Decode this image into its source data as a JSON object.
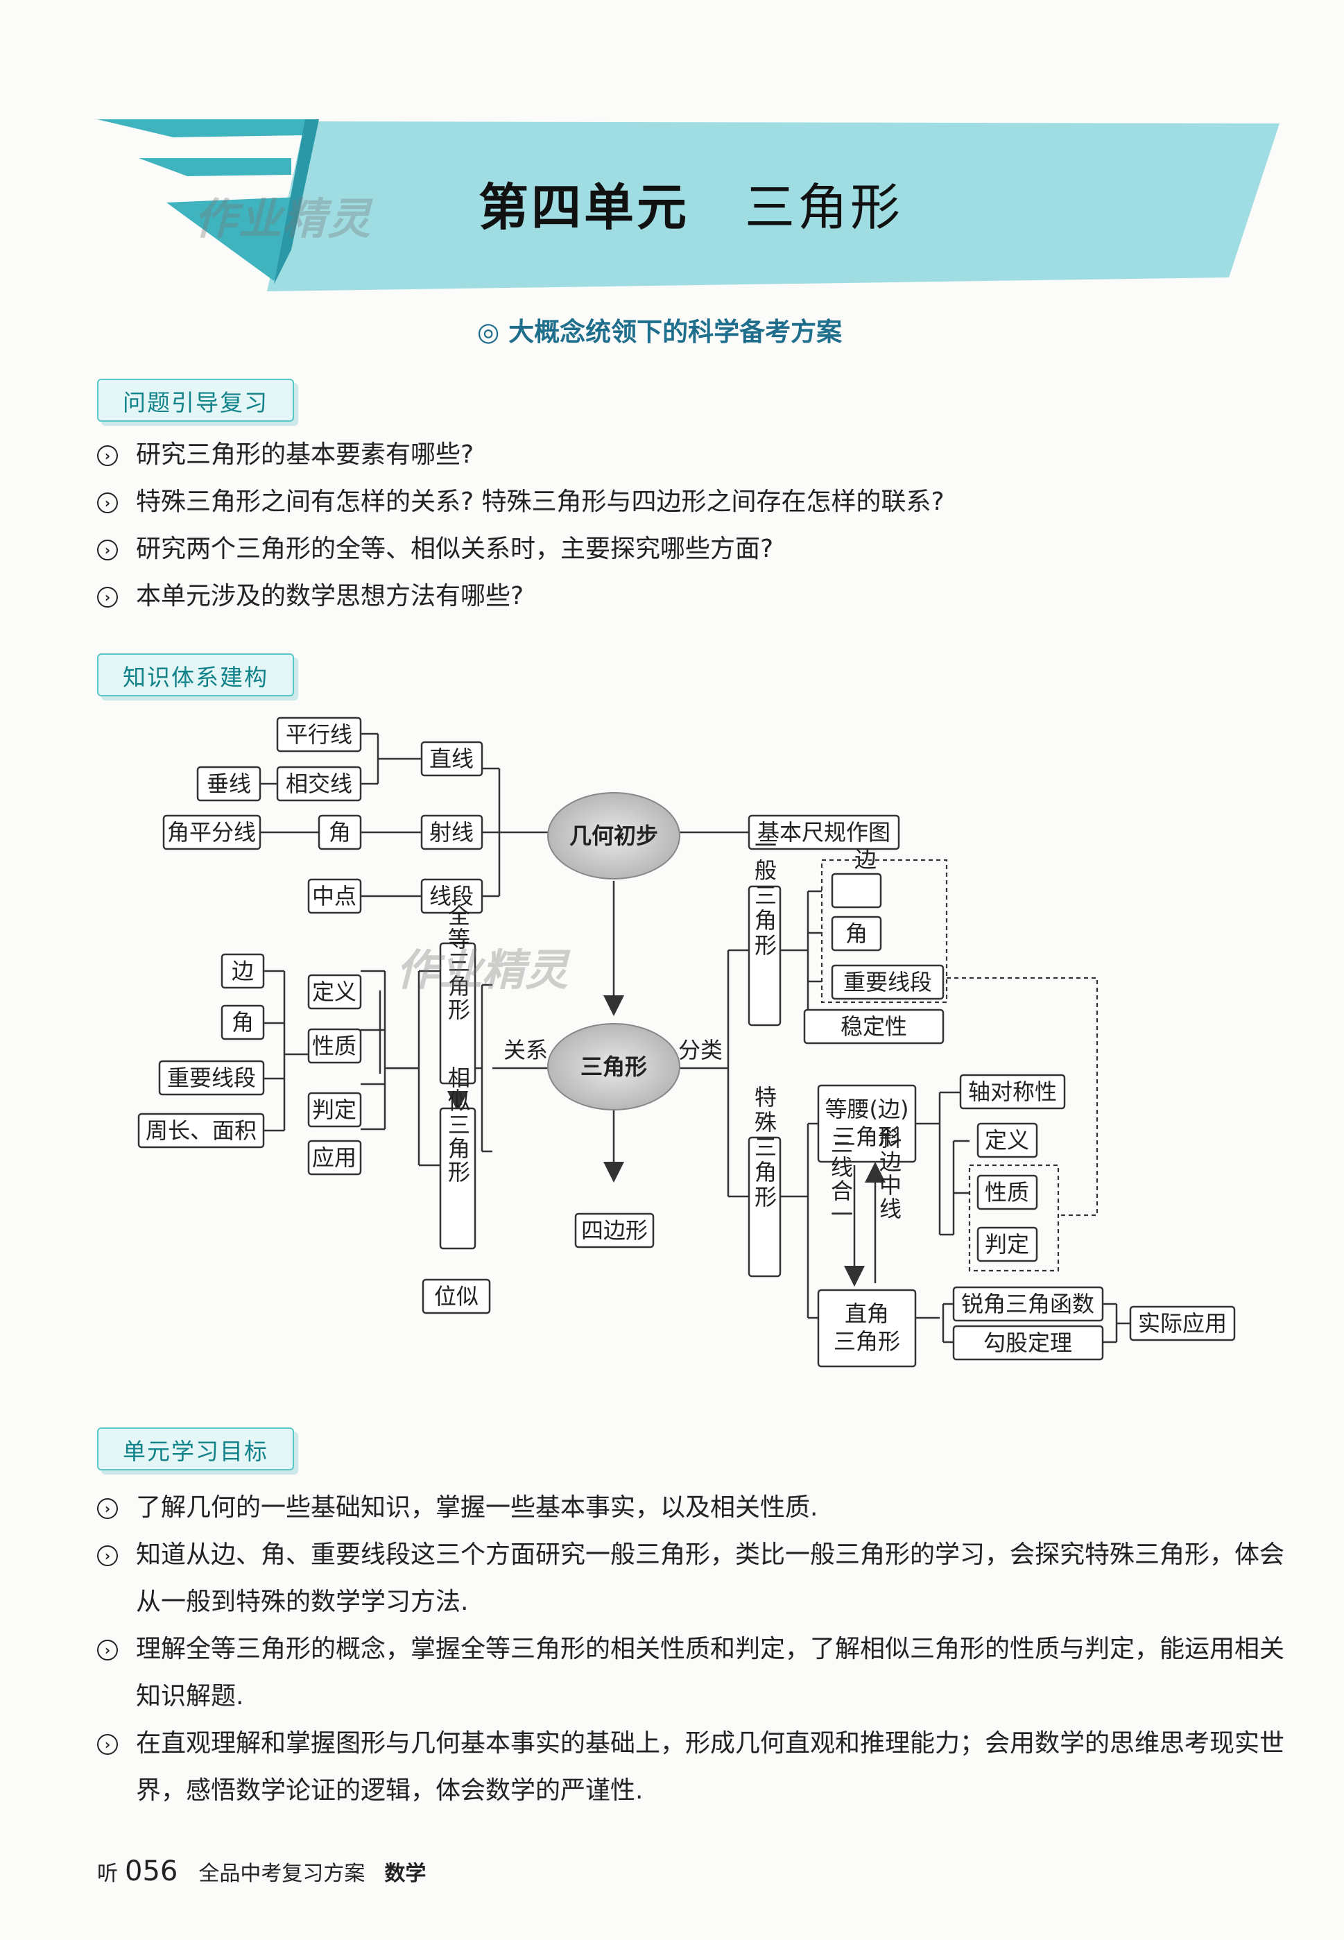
{
  "header": {
    "unit_label": "第四单元",
    "unit_name": "三角形",
    "watermark": "作业精灵",
    "subtitle": "◎ 大概念统领下的科学备考方案"
  },
  "colors": {
    "banner": "#9fdde3",
    "accent": "#12828a",
    "tag_bg": "#e4f6f6",
    "subtitle": "#1e6e8c"
  },
  "sections": {
    "questions_tag": "问题引导复习",
    "knowledge_tag": "知识体系建构",
    "goals_tag": "单元学习目标"
  },
  "questions": [
    "研究三角形的基本要素有哪些?",
    "特殊三角形之间有怎样的关系? 特殊三角形与四边形之间存在怎样的联系?",
    "研究两个三角形的全等、相似关系时，主要探究哪些方面?",
    "本单元涉及的数学思想方法有哪些?"
  ],
  "concept_map": {
    "parallel": "平行线",
    "perpendicular": "垂线",
    "intersecting": "相交线",
    "straight_line": "直线",
    "angle_bisector": "角平分线",
    "angle_a": "角",
    "ray": "射线",
    "midpoint": "中点",
    "segment": "线段",
    "geometry_basics": "几何初步",
    "basic_construction": "基本尺规作图",
    "triangle": "三角形",
    "quadrilateral": "四边形",
    "relation": "关系",
    "classify": "分类",
    "side": "边",
    "angle": "角",
    "key_segments": "重要线段",
    "perimeter_area": "周长、面积",
    "definition": "定义",
    "property": "性质",
    "criterion": "判定",
    "application": "应用",
    "congruent": "全等三角形",
    "similar": "相似三角形",
    "homothety": "位似",
    "general_triangle": "一般三角形",
    "gen_side": "边",
    "gen_angle": "角",
    "gen_key_segments": "重要线段",
    "stability": "稳定性",
    "special_triangle": "特殊三角形",
    "isosceles_l1": "等腰(边)",
    "isosceles_l2": "三角形",
    "three_in_one": "三线合一",
    "hypotenuse_median": "斜边中线",
    "right_l1": "直角",
    "right_l2": "三角形",
    "axial_symmetry": "轴对称性",
    "sp_definition": "定义",
    "sp_property": "性质",
    "sp_criterion": "判定",
    "acute_trig": "锐角三角函数",
    "pythagorean": "勾股定理",
    "practical": "实际应用"
  },
  "goals": [
    "了解几何的一些基础知识，掌握一些基本事实，以及相关性质.",
    "知道从边、角、重要线段这三个方面研究一般三角形，类比一般三角形的学习，会探究特殊三角形，体会从一般到特殊的数学学习方法.",
    "理解全等三角形的概念，掌握全等三角形的相关性质和判定，了解相似三角形的性质与判定，能运用相关知识解题.",
    "在直观理解和掌握图形与几何基本事实的基础上，形成几何直观和推理能力；会用数学的思维思考现实世界，感悟数学论证的逻辑，体会数学的严谨性."
  ],
  "footer": {
    "prefix": "听",
    "page": "056",
    "book": "全品中考复习方案",
    "subject": "数学"
  }
}
